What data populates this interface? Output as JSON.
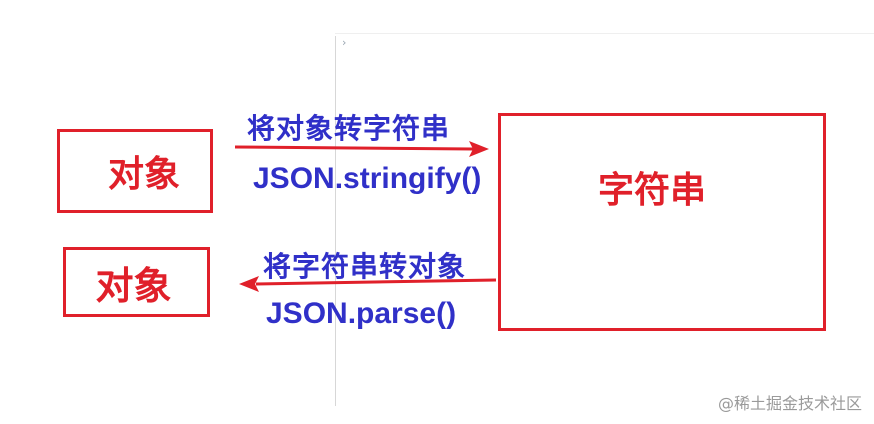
{
  "diagram": {
    "left_top_box_label": "对象",
    "left_bottom_box_label": "对象",
    "right_box_label": "字符串",
    "top_arrow_caption": "将对象转字符串",
    "top_arrow_method": "JSON.stringify()",
    "bottom_arrow_caption": "将字符串转对象",
    "bottom_arrow_method": "JSON.parse()"
  },
  "editor": {
    "chevron": "›"
  },
  "watermark": "@稀土掘金技术社区",
  "colors": {
    "box_red": "#e0202a",
    "caption_blue": "#3030c8",
    "watermark_gray": "#9a9a9a"
  }
}
